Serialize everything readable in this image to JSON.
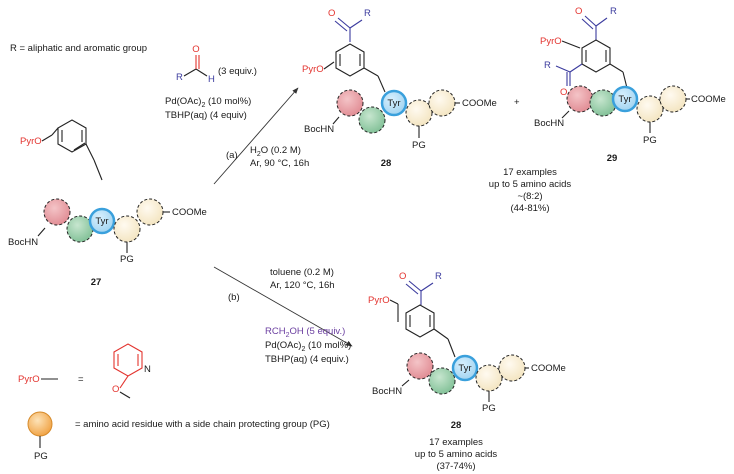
{
  "legend": {
    "r_definition": "R = aliphatic and aromatic group",
    "pyro_label": "PyrO",
    "equals": "=",
    "residue_definition": "= amino acid residue with a side chain protecting group (PG)",
    "residue_pg": "PG"
  },
  "top_reagents": {
    "aldehyde_r": "R",
    "aldehyde_h": "H",
    "aldehyde_equiv": "(3 equiv.)",
    "catalyst": "Pd(OAc)",
    "catalyst_sub": "2",
    "catalyst_load": " (10 mol%)",
    "oxidant": "TBHP(aq) (4 equiv)",
    "label": "(a)",
    "solvent": "H",
    "solvent_sub": "2",
    "solvent_rest": "O (0.2 M)",
    "conditions": "Ar, 90 °C, 16h"
  },
  "bottom_reagents": {
    "label": "(b)",
    "solvent": "toluene (0.2 M)",
    "conditions": "Ar, 120 °C, 16h",
    "alcohol": "RCH",
    "alcohol_sub": "2",
    "alcohol_rest": "OH (5 equiv.)",
    "catalyst": "Pd(OAc)",
    "catalyst_sub": "2",
    "catalyst_load": " (10 mol%)",
    "oxidant": "TBHP(aq) (4 equiv.)"
  },
  "compounds": {
    "start_number": "27",
    "product_28": "28",
    "product_29": "29",
    "product_28b": "28",
    "pyro": "PyrO",
    "tyr": "Tyr",
    "bochn": "BocHN",
    "coome": "COOMe",
    "pg": "PG",
    "r": "R",
    "plus": "+"
  },
  "results_a": {
    "examples": "17 examples",
    "scope": "up to 5 amino acids",
    "ratio": "~(8:2)",
    "yield": "(44-81%)"
  },
  "results_b": {
    "examples": "17 examples",
    "scope": "up to 5 amino acids",
    "yield": "(37-74%)"
  },
  "colors": {
    "pink": "#e89aa0",
    "green": "#8fc9a4",
    "tyr_blue": "#3aa0dc",
    "cream": "#f7eccd",
    "orange": "#f2a44b",
    "red_text": "#e3342f",
    "blue_text": "#3b3b9e",
    "purple_text": "#6b3fa0"
  }
}
